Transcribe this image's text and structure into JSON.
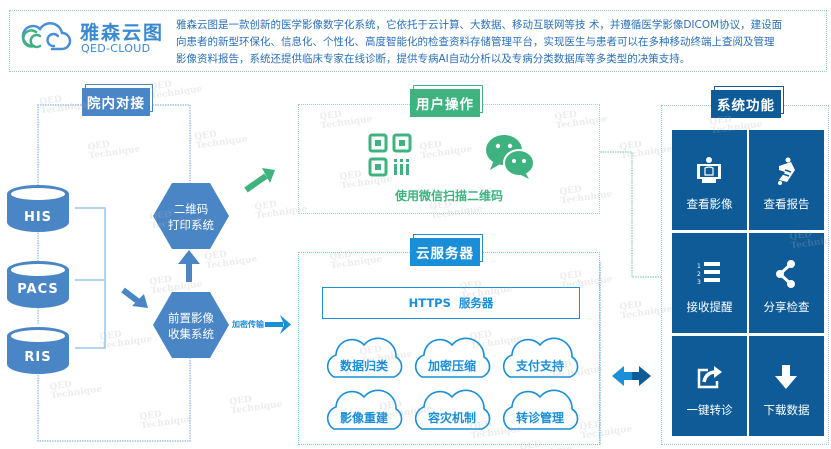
{
  "header": {
    "logo_cn": "雅森云图",
    "logo_en": "QED-CLOUD",
    "intro_lines": [
      "雅森云图是一款创新的医学影像数字化系统，它依托于云计算、大数据、移动互联网等技 术，并遵循医学影像DICOM协议，建设面",
      "向患者的新型环保化、信息化、个性化、高度智能化的检查资料存储管理平台，实现医生与患者可以在多种移动终端上查阅及管理",
      "影像资料报告，系统还提供临床专家在线诊断，提供专病AI自动分析以及专病分类数据库等多类型的决策支持。"
    ]
  },
  "hospital": {
    "title": "院内对接",
    "databases": [
      "HIS",
      "PACS",
      "RIS"
    ],
    "qr_print": [
      "二维码",
      "打印系统"
    ],
    "front_collect": [
      "前置影像",
      "收集系统"
    ],
    "transfer_label": "加密传输"
  },
  "user": {
    "title": "用户操作",
    "caption": "使用微信扫描二维码",
    "icons": [
      "qr-code-icon",
      "wechat-icon"
    ]
  },
  "cloud": {
    "title": "云服务器",
    "https_label": "HTTPS  服务器",
    "services": [
      "数据归类",
      "加密压缩",
      "支付支持",
      "影像重建",
      "容灾机制",
      "转诊管理"
    ]
  },
  "system": {
    "title": "系统功能",
    "functions": [
      {
        "label": "查看影像",
        "icon": "xray-monitor-icon"
      },
      {
        "label": "查看报告",
        "icon": "report-icon"
      },
      {
        "label": "接收提醒",
        "icon": "numbered-list-icon"
      },
      {
        "label": "分享检查",
        "icon": "share-icon"
      },
      {
        "label": "一键转诊",
        "icon": "forward-icon"
      },
      {
        "label": "下载数据",
        "icon": "download-icon"
      }
    ]
  },
  "watermark": [
    "QED",
    "Technique"
  ],
  "colors": {
    "hospital_blue": "#4a86c6",
    "user_green": "#3fb37f",
    "cloud_blue": "#1a8fd8",
    "system_navy": "#0e5b98"
  }
}
